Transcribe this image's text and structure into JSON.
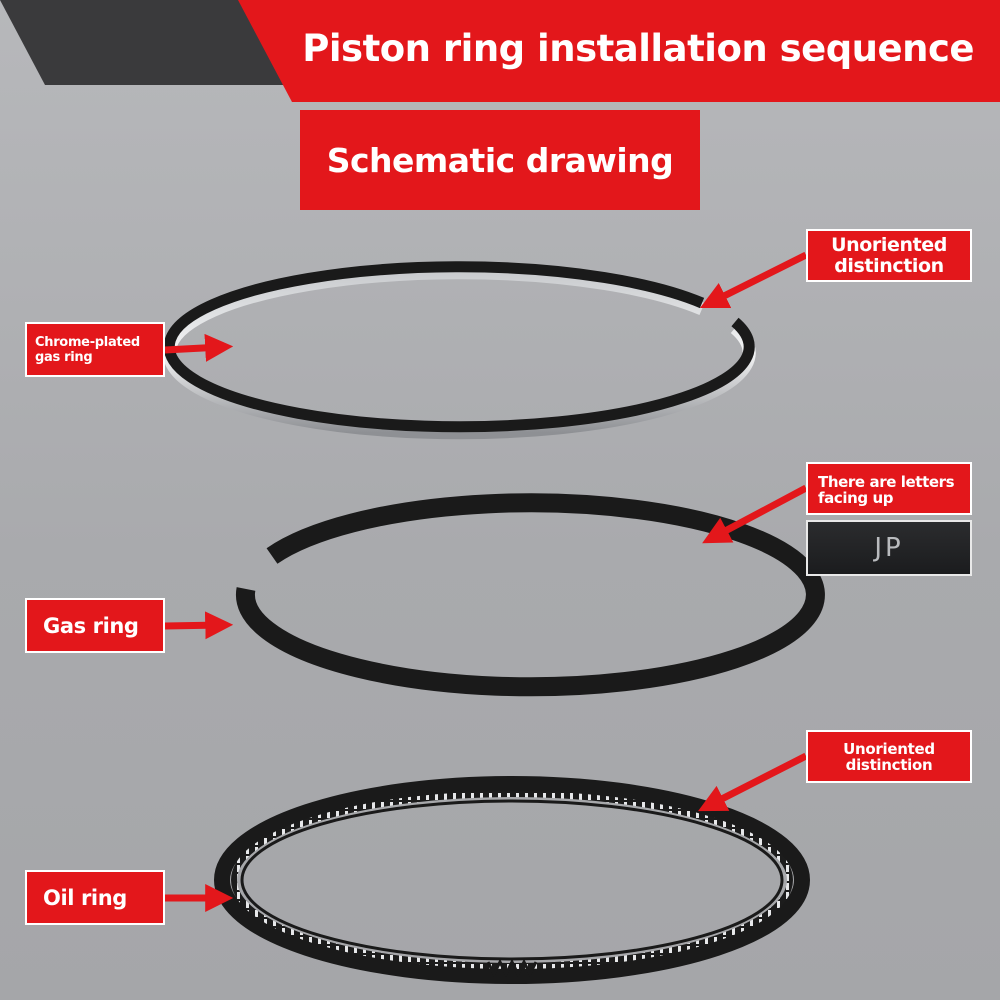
{
  "header": {
    "title": "Piston ring installation sequence",
    "subtitle": "Schematic drawing"
  },
  "labels": {
    "chrome_ring_line1": "Chrome-plated",
    "chrome_ring_line2": "gas ring",
    "gas_ring": "Gas ring",
    "oil_ring": "Oil ring",
    "top_note_line1": "Unoriented",
    "top_note_line2": "distinction",
    "middle_note_line1": "There are letters",
    "middle_note_line2": "facing up",
    "bottom_note_line1": "Unoriented",
    "bottom_note_line2": "distinction",
    "marking": "JP"
  },
  "colors": {
    "accent_red": "#e3171b",
    "dark_wedge": "#3a3a3c",
    "ring_black": "#1a1a1a",
    "background": "#b0b1b4"
  }
}
